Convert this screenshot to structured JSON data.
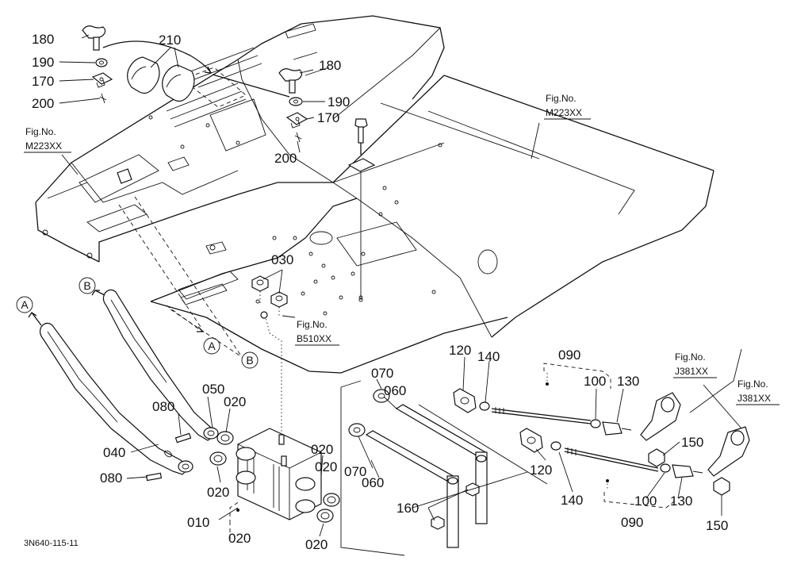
{
  "drawing_code": "3N640-115-11",
  "figure_refs": [
    {
      "line1": "Fig.No.",
      "line2": "M223XX"
    },
    {
      "line1": "Fig.No.",
      "line2": "M223XX"
    },
    {
      "line1": "Fig.No.",
      "line2": "B510XX"
    },
    {
      "line1": "Fig.No.",
      "line2": "J381XX"
    },
    {
      "line1": "Fig.No.",
      "line2": "J381XX"
    }
  ],
  "circle_labels": [
    "A",
    "B",
    "A",
    "B"
  ],
  "part_labels": [
    "180",
    "190",
    "170",
    "200",
    "210",
    "180",
    "190",
    "170",
    "200",
    "030",
    "050",
    "020",
    "080",
    "040",
    "080",
    "020",
    "010",
    "020",
    "020",
    "020",
    "020",
    "070",
    "060",
    "070",
    "060",
    "160",
    "120",
    "140",
    "090",
    "100",
    "130",
    "150",
    "120",
    "140",
    "100",
    "090",
    "130",
    "150"
  ]
}
